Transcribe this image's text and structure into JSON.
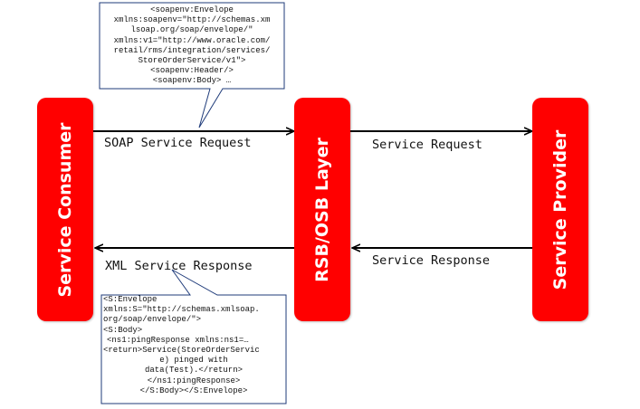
{
  "blocks": {
    "consumer": "Service Consumer",
    "middleware": "RSB/OSB Layer",
    "provider": "Service Provider"
  },
  "arrows": {
    "soap_request": "SOAP Service Request",
    "service_request": "Service Request",
    "service_response": "Service Response",
    "xml_response": "XML Service Response"
  },
  "request_callout": {
    "lines": [
      "<soapenv:Envelope",
      "xmlns:soapenv=\"http://schemas.xm",
      "lsoap.org/soap/envelope/\"",
      "xmlns:v1=\"http://www.oracle.com/",
      "retail/rms/integration/services/",
      "StoreOrderService/v1\">",
      "<soapenv:Header/>",
      "<soapenv:Body> …"
    ]
  },
  "response_callout": {
    "lines": [
      "<S:Envelope",
      "xmlns:S=\"http://schemas.xmlsoap.",
      "org/soap/envelope/\">",
      "<S:Body>",
      "<ns1:pingResponse xmlns:ns1=…",
      "<return>Service(StoreOrderServic",
      "e) pinged with",
      "data(Test).</return>",
      "</ns1:pingResponse>",
      "</S:Body></S:Envelope>"
    ]
  },
  "colors": {
    "block": "#ff0000",
    "arrow": "#000000",
    "callout_border": "#1f3b7a"
  }
}
